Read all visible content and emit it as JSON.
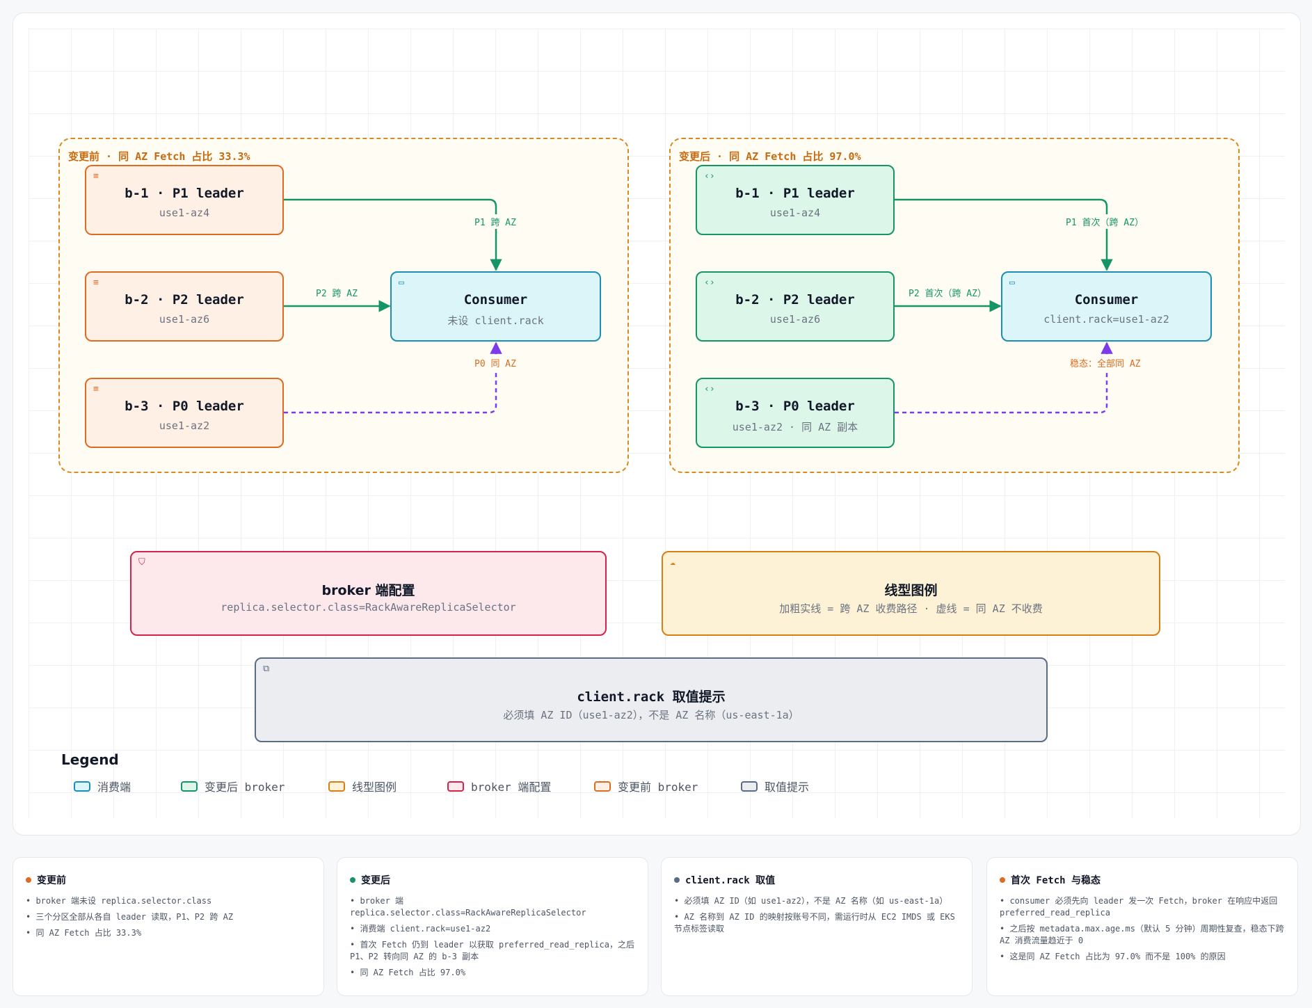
{
  "diagram": {
    "before": {
      "title": "变更前 · 同 AZ Fetch 占比 33.3%",
      "nodes": [
        {
          "title": "b-1 · P1 leader",
          "sub": "use1-az4"
        },
        {
          "title": "b-2 · P2 leader",
          "sub": "use1-az6"
        },
        {
          "title": "b-3 · P0 leader",
          "sub": "use1-az2"
        }
      ],
      "consumer": {
        "title": "Consumer",
        "sub": "未设 client.rack"
      },
      "edges": [
        "P1 跨 AZ",
        "P2 跨 AZ",
        "P0 同 AZ"
      ]
    },
    "after": {
      "title": "变更后 · 同 AZ Fetch 占比 97.0%",
      "nodes": [
        {
          "title": "b-1 · P1 leader",
          "sub": "use1-az4"
        },
        {
          "title": "b-2 · P2 leader",
          "sub": "use1-az6"
        },
        {
          "title": "b-3 · P0 leader",
          "sub": "use1-az2 · 同 AZ 副本"
        }
      ],
      "consumer": {
        "title": "Consumer",
        "sub": "client.rack=use1-az2"
      },
      "edges": [
        "P1 首次（跨 AZ）",
        "P2 首次（跨 AZ）",
        "稳态：全部同 AZ"
      ]
    },
    "broker_config": {
      "title": "broker 端配置",
      "sub": "replica.selector.class=RackAwareReplicaSelector"
    },
    "line_legend": {
      "title": "线型图例",
      "sub": "加粗实线 = 跨 AZ 收费路径 · 虚线 = 同 AZ 不收费"
    },
    "rack_hint": {
      "title": "client.rack 取值提示",
      "sub": "必须填 AZ ID（use1-az2），不是 AZ 名称（us-east-1a）"
    }
  },
  "legend": {
    "title": "Legend",
    "items": [
      {
        "label": "消费端",
        "color": "#1a8fb3",
        "fill": "#dcf5f8"
      },
      {
        "label": "变更后 broker",
        "color": "#159466",
        "fill": "#dcf6ea"
      },
      {
        "label": "线型图例",
        "color": "#d97e12",
        "fill": "#fdf1d6"
      },
      {
        "label": "broker 端配置",
        "color": "#d6214a",
        "fill": "#fde8ec"
      },
      {
        "label": "变更前 broker",
        "color": "#dd6b20",
        "fill": "#fff0e5"
      },
      {
        "label": "取值提示",
        "color": "#5a6b84",
        "fill": "#ebedf0"
      }
    ]
  },
  "cards": [
    {
      "title": "变更前",
      "dot": "#dd6b20",
      "items": [
        "• broker 端未设 replica.selector.class",
        "• 三个分区全部从各自 leader 读取，P1、P2 跨 AZ",
        "• 同 AZ Fetch 占比 33.3%"
      ]
    },
    {
      "title": "变更后",
      "dot": "#159466",
      "items": [
        "• broker 端 replica.selector.class=RackAwareReplicaSelector",
        "• 消费端 client.rack=use1-az2",
        "• 首次 Fetch 仍到 leader 以获取 preferred_read_replica，之后 P1、P2 转向同 AZ 的 b-3 副本",
        "• 同 AZ Fetch 占比 97.0%"
      ]
    },
    {
      "title": "client.rack 取值",
      "dot": "#5a6b84",
      "items": [
        "• 必须填 AZ ID（如 use1-az2），不是 AZ 名称（如 us-east-1a）",
        "• AZ 名称到 AZ ID 的映射按账号不同，需运行时从 EC2 IMDS 或 EKS 节点标签读取"
      ]
    },
    {
      "title": "首次 Fetch 与稳态",
      "dot": "#dd6b20",
      "items": [
        "• consumer 必须先向 leader 发一次 Fetch，broker 在响应中返回 preferred_read_replica",
        "• 之后按 metadata.max.age.ms（默认 5 分钟）周期性复查，稳态下跨 AZ 消费流量趋近于 0",
        "• 这是同 AZ Fetch 占比为 97.0% 而不是 100% 的原因"
      ]
    }
  ]
}
